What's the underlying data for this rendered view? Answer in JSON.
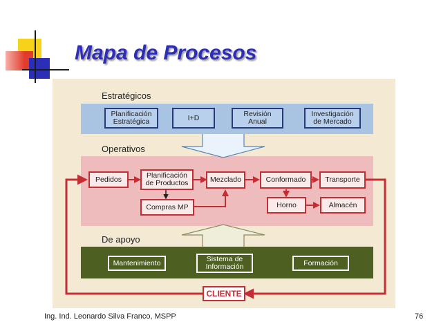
{
  "slide": {
    "title": "Mapa de Procesos",
    "author": "Ing. Ind. Leonardo Silva Franco, MSPP",
    "page_number": "76"
  },
  "sections": {
    "estrategicos": "Estratégicos",
    "operativos": "Operativos",
    "apoyo": "De apoyo"
  },
  "strategic_processes": [
    "Planificación\nEstratégica",
    "I+D",
    "Revisión\nAnual",
    "Investigación\nde Mercado"
  ],
  "operative_processes": {
    "pedidos": "Pedidos",
    "planificacion": "Planificación\nde Productos",
    "compras": "Compras MP",
    "mezclado": "Mezclado",
    "conformado": "Conformado",
    "transporte": "Transporte",
    "horno": "Horno",
    "almacen": "Almacén"
  },
  "support_processes": [
    "Mantenimiento",
    "Sistema de\nInformación",
    "Formación"
  ],
  "cliente": "CLIENTE",
  "colors": {
    "title": "#2d2db7",
    "strategic_band": "#a9c3e3",
    "operative_band": "#efbcbd",
    "support_band": "#4e5f22",
    "flow_red": "#c52d35",
    "diagram_bg": "#f4ead4"
  },
  "icons": [
    "logo-squares-icon"
  ]
}
